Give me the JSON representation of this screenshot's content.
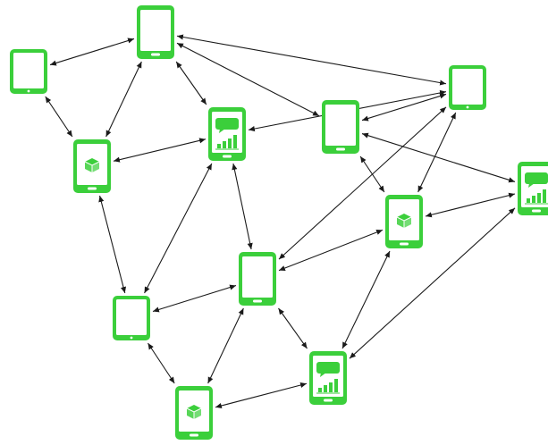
{
  "diagram": {
    "kind": "mesh-network",
    "accent_color": "#3bcf3b",
    "edge_color": "#1a1a1a",
    "background": "#ffffff",
    "devices": [
      {
        "id": "n1",
        "form": "phone",
        "icon": "blank"
      },
      {
        "id": "n2",
        "form": "tablet",
        "icon": "blank"
      },
      {
        "id": "n3",
        "form": "phone",
        "icon": "cube-icon"
      },
      {
        "id": "n4",
        "form": "phone",
        "icon": "chart-icon"
      },
      {
        "id": "n5",
        "form": "tablet",
        "icon": "blank"
      },
      {
        "id": "n6",
        "form": "phone",
        "icon": "blank"
      },
      {
        "id": "n7",
        "form": "phone",
        "icon": "cube-icon"
      },
      {
        "id": "n8",
        "form": "phone",
        "icon": "chart-icon"
      },
      {
        "id": "n9",
        "form": "phone",
        "icon": "blank"
      },
      {
        "id": "n10",
        "form": "tablet",
        "icon": "blank"
      },
      {
        "id": "n11",
        "form": "phone",
        "icon": "chart-icon"
      },
      {
        "id": "n12",
        "form": "phone",
        "icon": "cube-icon"
      }
    ],
    "connections": [
      [
        "n1",
        "n2"
      ],
      [
        "n1",
        "n3"
      ],
      [
        "n1",
        "n4"
      ],
      [
        "n1",
        "n5"
      ],
      [
        "n1",
        "n6"
      ],
      [
        "n2",
        "n3"
      ],
      [
        "n3",
        "n4"
      ],
      [
        "n3",
        "n10"
      ],
      [
        "n4",
        "n5"
      ],
      [
        "n4",
        "n9"
      ],
      [
        "n4",
        "n10"
      ],
      [
        "n5",
        "n6"
      ],
      [
        "n5",
        "n7"
      ],
      [
        "n5",
        "n9"
      ],
      [
        "n6",
        "n7"
      ],
      [
        "n6",
        "n8"
      ],
      [
        "n7",
        "n8"
      ],
      [
        "n7",
        "n9"
      ],
      [
        "n7",
        "n11"
      ],
      [
        "n8",
        "n11"
      ],
      [
        "n9",
        "n10"
      ],
      [
        "n9",
        "n11"
      ],
      [
        "n9",
        "n12"
      ],
      [
        "n10",
        "n12"
      ],
      [
        "n11",
        "n12"
      ]
    ]
  }
}
